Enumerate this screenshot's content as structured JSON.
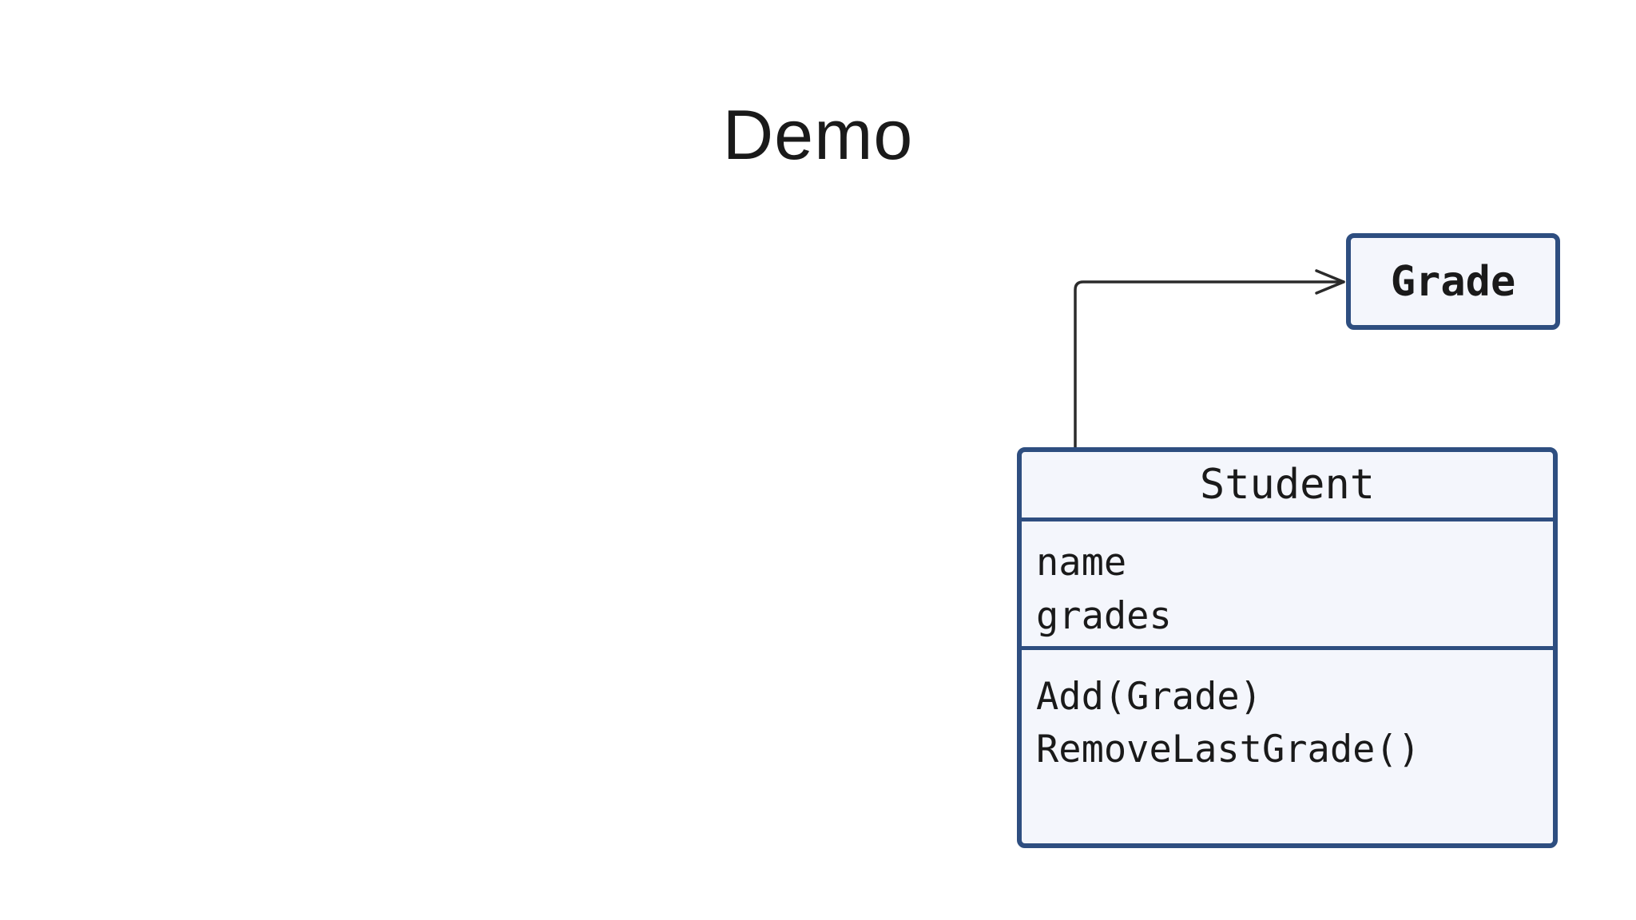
{
  "slide": {
    "title": "Demo"
  },
  "diagram": {
    "grade_class": {
      "name": "Grade"
    },
    "student_class": {
      "name": "Student",
      "attributes": [
        "name",
        "grades"
      ],
      "methods": [
        "Add(Grade)",
        "RemoveLastGrade()"
      ]
    },
    "relation": {
      "from": "Student",
      "to": "Grade",
      "style": "elbow-arrow"
    }
  },
  "colors": {
    "box_border": "#2e4e80",
    "box_fill": "#f4f6fc",
    "connector": "#2b2b2b",
    "text": "#1a1a1a"
  }
}
